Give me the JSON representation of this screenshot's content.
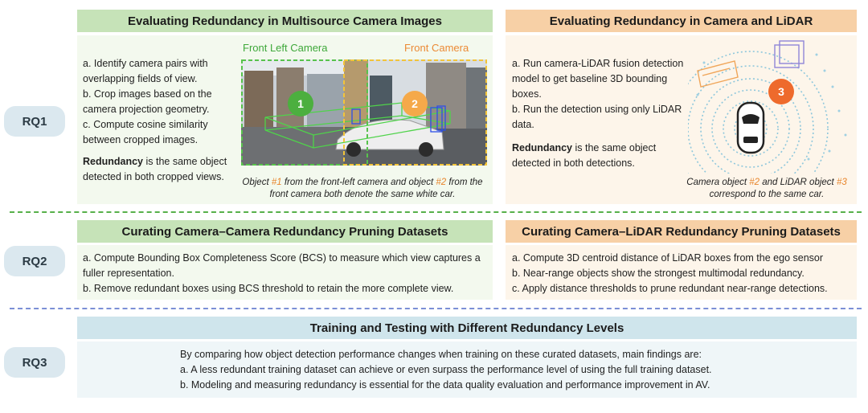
{
  "rq_labels": [
    "RQ1",
    "RQ2",
    "RQ3"
  ],
  "rq1": {
    "left": {
      "title": "Evaluating Redundancy in Multisource Camera Images",
      "steps": [
        "a. Identify camera pairs with overlapping fields of view.",
        "b. Crop images based on the camera projection geometry.",
        "c. Compute cosine similarity between cropped images."
      ],
      "redundancy_bold": "Redundancy",
      "redundancy_rest": " is the same object detected in both cropped views.",
      "cam_left_label": "Front Left Camera",
      "cam_front_label": "Front Camera",
      "marker_1": "1",
      "marker_2": "2",
      "caption": {
        "p1": "Object ",
        "h1": "#1",
        "p2": " from the front-left camera and object ",
        "h2": "#2",
        "p3": " from the front camera both denote the same white car."
      }
    },
    "right": {
      "title": "Evaluating Redundancy in Camera and LiDAR",
      "steps": [
        "a. Run camera-LiDAR fusion detection model to get baseline 3D bounding boxes.",
        "b. Run the detection using only LiDAR data."
      ],
      "redundancy_bold": "Redundancy",
      "redundancy_rest": " is the same object detected in both detections.",
      "marker_3": "3",
      "caption": {
        "p1": "Camera object ",
        "h1": "#2",
        "p2": " and LiDAR object ",
        "h2": "#3",
        "p3": " correspond to the same car."
      }
    }
  },
  "rq2": {
    "left": {
      "title": "Curating Camera–Camera Redundancy Pruning Datasets",
      "steps": [
        "a. Compute Bounding Box Completeness Score (BCS) to measure which view captures a fuller representation.",
        "b. Remove redundant boxes using BCS threshold to retain the more complete view."
      ]
    },
    "right": {
      "title": "Curating Camera–LiDAR Redundancy Pruning Datasets",
      "steps": [
        "a. Compute 3D centroid distance of LiDAR boxes from the ego sensor",
        "b. Near-range objects show the strongest multimodal redundancy.",
        "c. Apply distance thresholds to prune redundant near-range detections."
      ]
    }
  },
  "rq3": {
    "title": "Training and Testing with Different Redundancy Levels",
    "lines": [
      "By comparing how object detection performance changes when training on these curated datasets, main findings are:",
      "a. A less redundant training dataset can achieve or even surpass the performance level of using the full training dataset.",
      "b. Modeling and measuring redundancy is essential for the data quality evaluation and performance improvement in AV."
    ]
  },
  "colors": {
    "green_header": "#c6e3b8",
    "orange_header": "#f7d0a6",
    "blue_header": "#cfe5ec",
    "marker_green": "#4caf3f",
    "marker_orange": "#f5a94a",
    "marker_red": "#ee6a2c",
    "highlight_orange": "#e8862d",
    "divider_green": "#57b04a",
    "divider_blue": "#7b8fd6"
  },
  "icons": [
    "car-icon",
    "lidar-rings-icon",
    "bounding-box-icon"
  ]
}
